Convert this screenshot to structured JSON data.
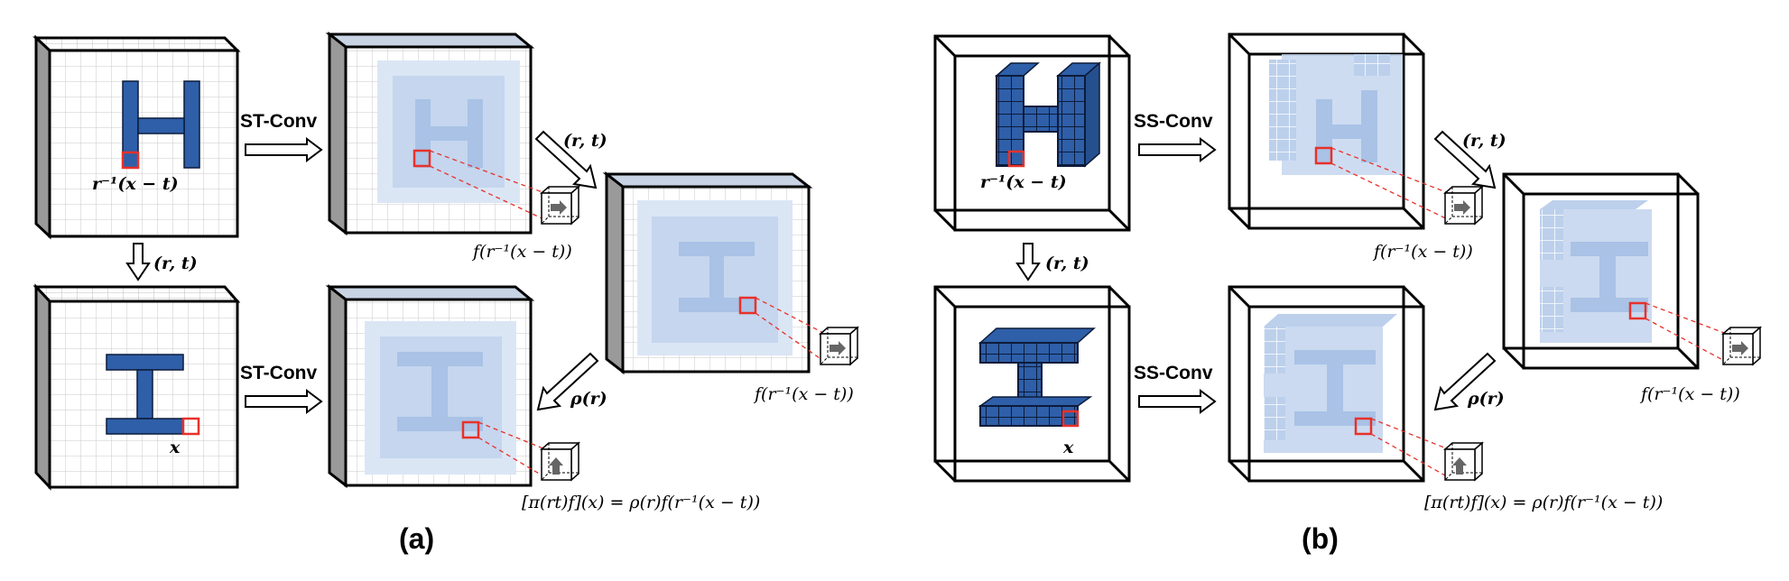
{
  "panel_a": {
    "label": "(a)",
    "conv_top": "ST-Conv",
    "conv_bottom": "ST-Conv",
    "input_pos_label": "r⁻¹(x − t)",
    "transform_down": "(r, t)",
    "output_x_label": "x",
    "feature_top": "f(r⁻¹(x − t))",
    "transform_diag": "(r, t)",
    "feature_mid": "f(r⁻¹(x − t))",
    "rho_label": "ρ(r)",
    "equation": "[π(rt)f](x) = ρ(r)f(r⁻¹(x − t))"
  },
  "panel_b": {
    "label": "(b)",
    "conv_top": "SS-Conv",
    "conv_bottom": "SS-Conv",
    "input_pos_label": "r⁻¹(x − t)",
    "transform_down": "(r, t)",
    "output_x_label": "x",
    "feature_top": "f(r⁻¹(x − t))",
    "transform_diag": "(r, t)",
    "feature_mid": "f(r⁻¹(x − t))",
    "rho_label": "ρ(r)",
    "equation": "[π(rt)f](x) = ρ(r)f(r⁻¹(x − t))"
  },
  "colors": {
    "voxel_blue": "#2e5fa8",
    "voxel_edge": "#0d1b3a",
    "feature_light": "#dbe6f5",
    "feature_mid": "#c5d6ee",
    "feature_dark": "#a9c2e6",
    "grid_line": "#c8c8c8",
    "highlight_red": "#e8312a"
  }
}
